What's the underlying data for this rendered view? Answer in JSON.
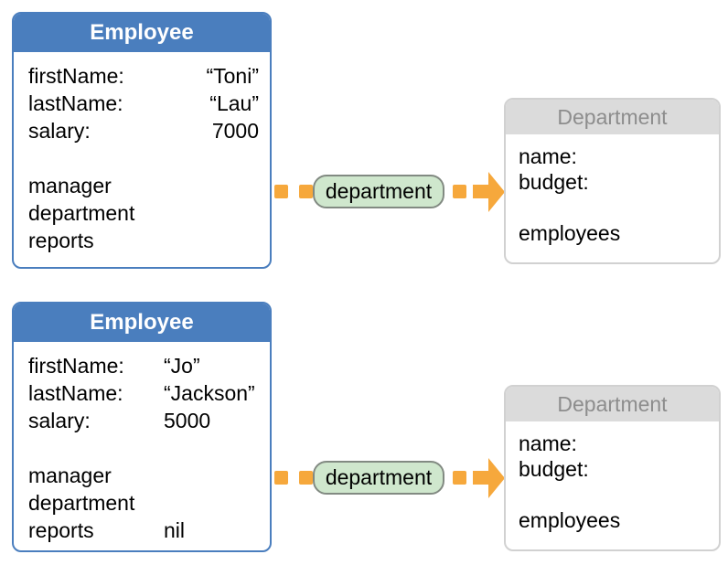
{
  "colors": {
    "employee_header_bg": "#4a7ebe",
    "employee_border": "#4a7ebe",
    "employee_title_text": "#ffffff",
    "department_header_bg": "#dbdbdb",
    "department_title_text": "#8d8d8d",
    "department_border": "#d1d1d1",
    "relationship_pill_bg": "#cfe7cd",
    "relationship_pill_border": "#828a82",
    "arrow_orange": "#f6a83c",
    "body_text": "#000000",
    "background": "#ffffff"
  },
  "groups": [
    {
      "employee": {
        "title": "Employee",
        "attributes": [
          {
            "label": "firstName:",
            "value": "“Toni”"
          },
          {
            "label": "lastName:",
            "value": "“Lau”"
          },
          {
            "label": "salary:",
            "value": "7000"
          }
        ],
        "relationships": [
          {
            "label": "manager",
            "value": ""
          },
          {
            "label": "department",
            "value": ""
          },
          {
            "label": "reports",
            "value": ""
          }
        ]
      },
      "relationship": {
        "label": "department"
      },
      "department": {
        "title": "Department",
        "attributes": [
          {
            "label": "name:",
            "value": ""
          },
          {
            "label": "budget:",
            "value": ""
          }
        ],
        "relationships": [
          {
            "label": "employees",
            "value": ""
          }
        ]
      }
    },
    {
      "employee": {
        "title": "Employee",
        "attributes": [
          {
            "label": "firstName:",
            "value": "“Jo”"
          },
          {
            "label": "lastName:",
            "value": "“Jackson”"
          },
          {
            "label": "salary:",
            "value": "5000"
          }
        ],
        "relationships": [
          {
            "label": "manager",
            "value": ""
          },
          {
            "label": "department",
            "value": ""
          },
          {
            "label": "reports",
            "value": "nil"
          }
        ]
      },
      "relationship": {
        "label": "department"
      },
      "department": {
        "title": "Department",
        "attributes": [
          {
            "label": "name:",
            "value": ""
          },
          {
            "label": "budget:",
            "value": ""
          }
        ],
        "relationships": [
          {
            "label": "employees",
            "value": ""
          }
        ]
      }
    }
  ]
}
